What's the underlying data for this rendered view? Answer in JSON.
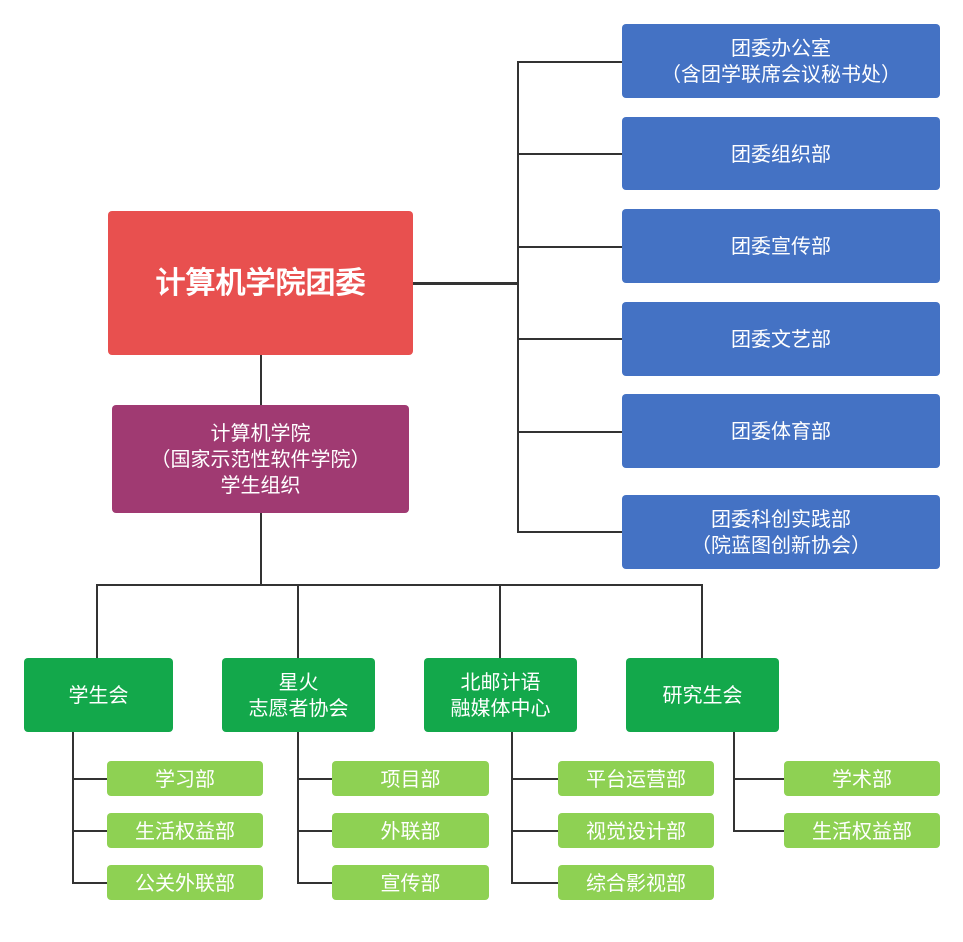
{
  "colors": {
    "root": "#e8504f",
    "student_org": "#a03a72",
    "league_dept": "#4472c4",
    "org": "#13a84b",
    "sub_dept": "#8ed153",
    "connector": "#333333"
  },
  "root": {
    "label": "计算机学院团委"
  },
  "league_departments": [
    {
      "lines": [
        "团委办公室",
        "（含团学联席会议秘书处）"
      ]
    },
    {
      "lines": [
        "团委组织部"
      ]
    },
    {
      "lines": [
        "团委宣传部"
      ]
    },
    {
      "lines": [
        "团委文艺部"
      ]
    },
    {
      "lines": [
        "团委体育部"
      ]
    },
    {
      "lines": [
        "团委科创实践部",
        "（院蓝图创新协会）"
      ]
    }
  ],
  "student_org": {
    "lines": [
      "计算机学院",
      "（国家示范性软件学院）",
      "学生组织"
    ]
  },
  "organizations": [
    {
      "lines": [
        "学生会"
      ],
      "departments": [
        "学习部",
        "生活权益部",
        "公关外联部"
      ]
    },
    {
      "lines": [
        "星火",
        "志愿者协会"
      ],
      "departments": [
        "项目部",
        "外联部",
        "宣传部"
      ]
    },
    {
      "lines": [
        "北邮计语",
        "融媒体中心"
      ],
      "departments": [
        "平台运营部",
        "视觉设计部",
        "综合影视部"
      ]
    },
    {
      "lines": [
        "研究生会"
      ],
      "departments": [
        "学术部",
        "生活权益部"
      ]
    }
  ]
}
